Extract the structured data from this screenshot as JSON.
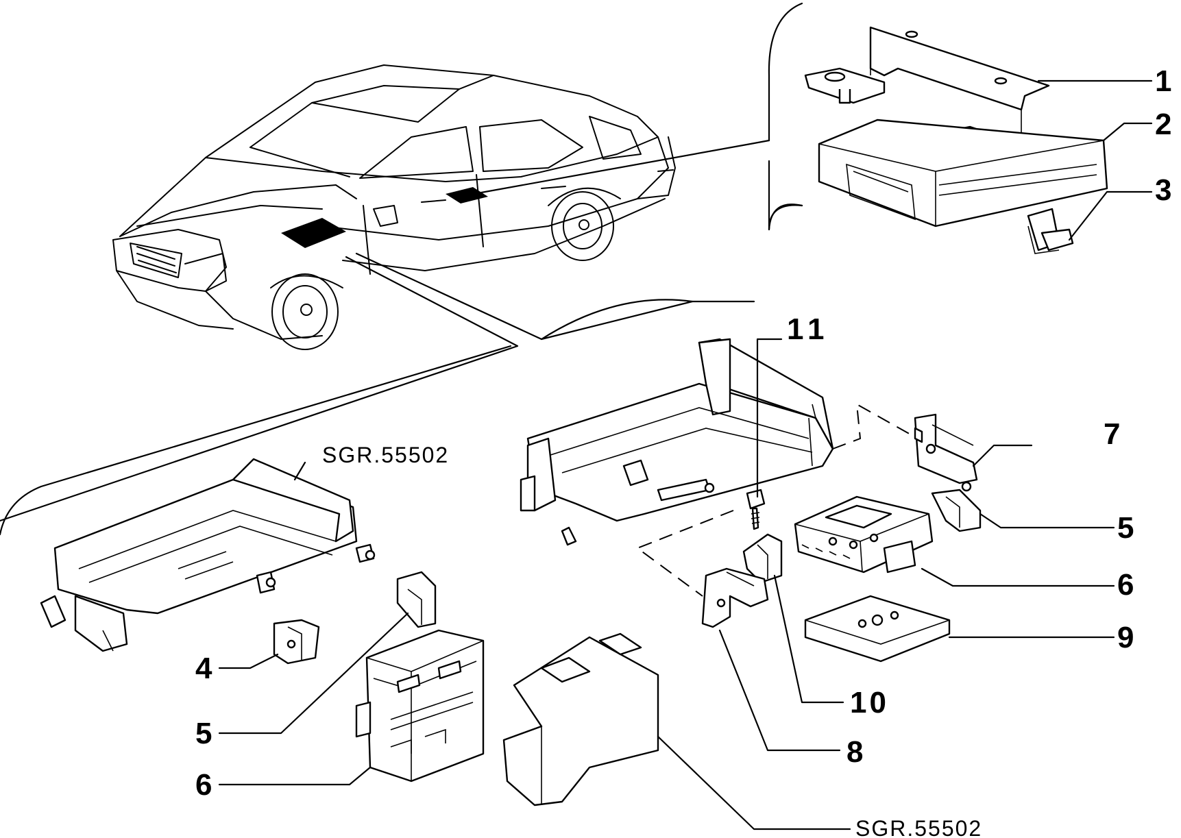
{
  "callouts": {
    "c1": "1",
    "c2": "2",
    "c3": "3",
    "c4": "4",
    "c5a": "5",
    "c5b": "5",
    "c6a": "6",
    "c6b": "6",
    "c7": "7",
    "c8": "8",
    "c9": "9",
    "c10": "10",
    "c11": "11"
  },
  "references": {
    "ref_top": "SGR.55502",
    "ref_bottom": "SGR.55502"
  }
}
